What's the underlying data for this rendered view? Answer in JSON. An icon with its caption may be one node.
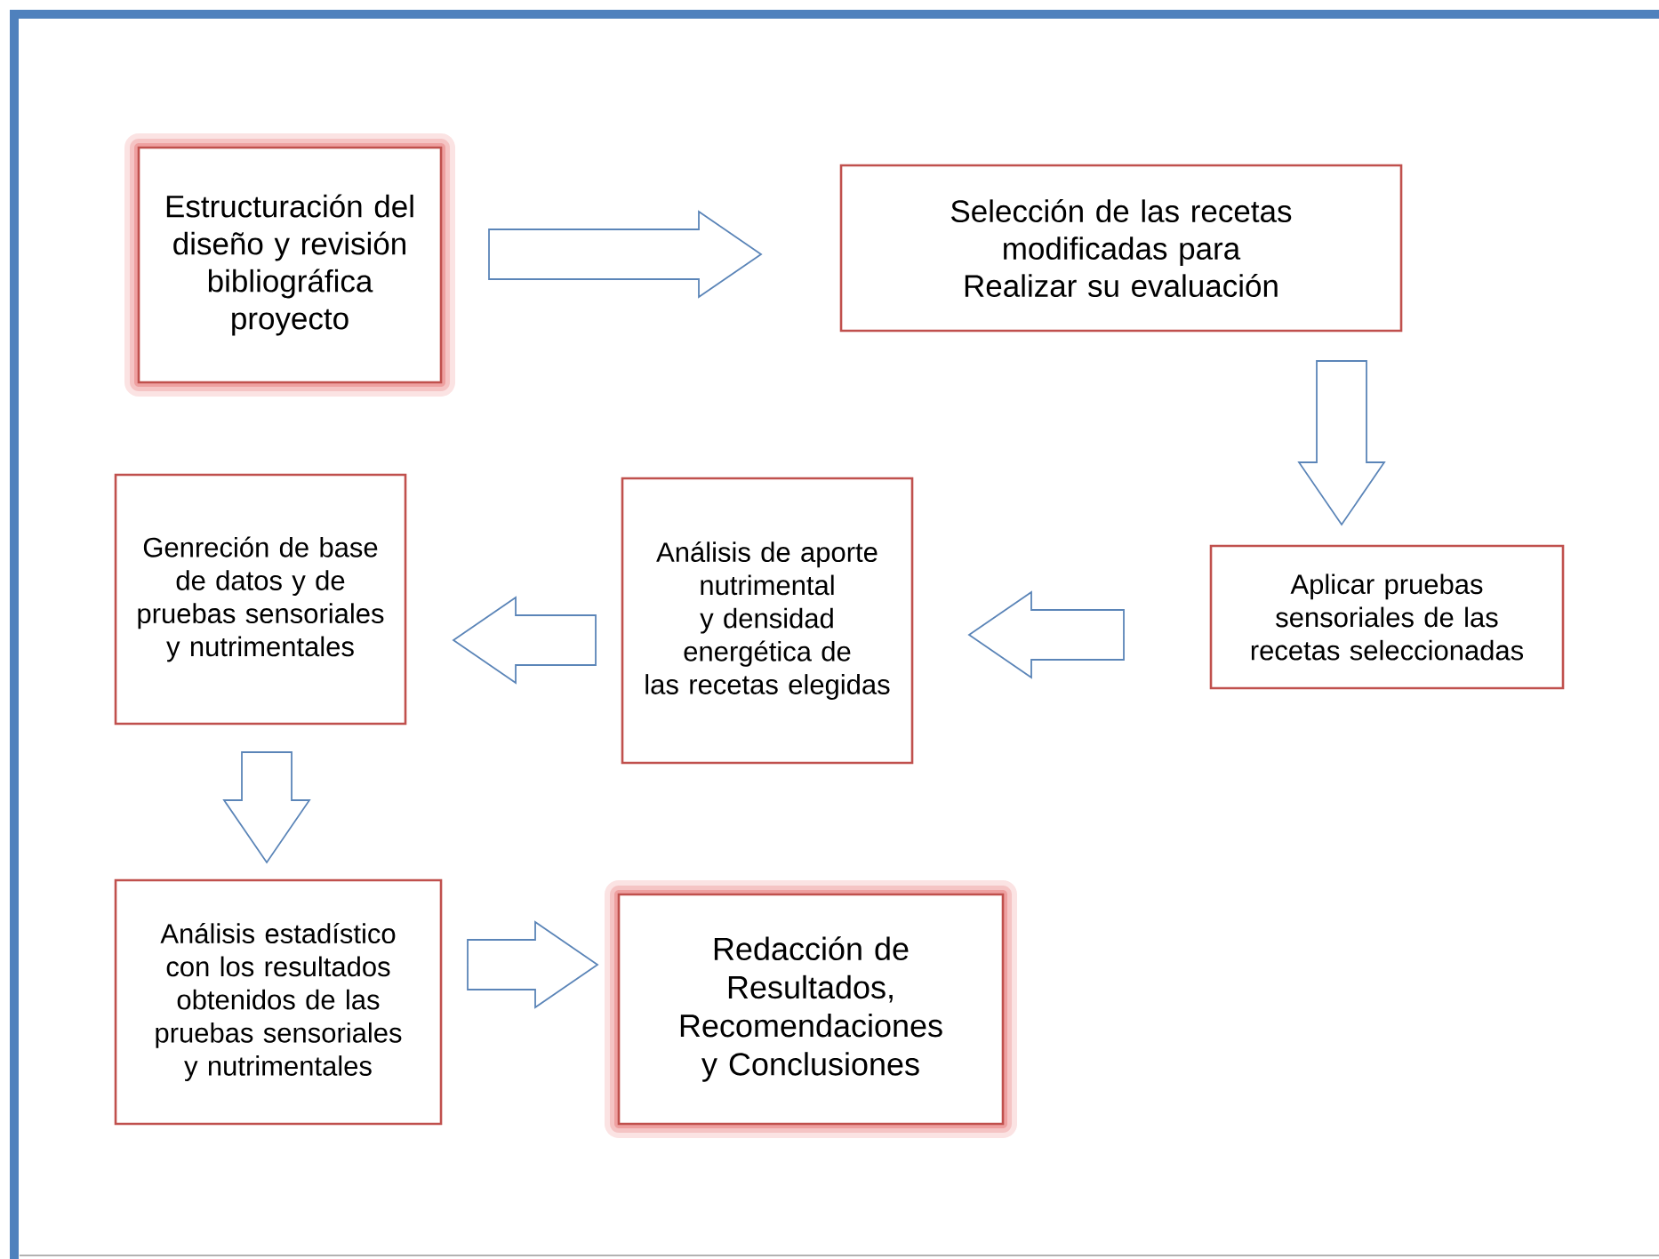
{
  "diagram": {
    "nodes": [
      {
        "text": [
          "Estructuración del diseño y revisión bibliográfica proyecto"
        ]
      },
      {
        "text": [
          "Selección de las recetas modificadas  para Realizar su evaluación"
        ]
      },
      {
        "text": [
          "Aplicar  pruebas sensoriales de las recetas seleccionadas"
        ]
      },
      {
        "text": [
          "Análisis de aporte nutrimental y densidad energética  de las recetas elegidas"
        ]
      },
      {
        "text": [
          "Genreción de base de datos y de pruebas sensoriales y nutrimentales"
        ]
      },
      {
        "text": [
          "Análisis estadístico con los resultados obtenidos de las pruebas sensoriales y nutrimentales"
        ]
      },
      {
        "text": [
          "Redacción de Resultados, Recomendaciones y Conclusiones"
        ]
      }
    ],
    "edges": [
      {
        "from": 0,
        "to": 1,
        "arrow": "to"
      },
      {
        "from": 1,
        "to": 2,
        "arrow": "to"
      },
      {
        "from": 2,
        "to": 3,
        "arrow": "to"
      },
      {
        "from": 3,
        "to": 4,
        "arrow": "to"
      },
      {
        "from": 4,
        "to": 5,
        "arrow": "to"
      },
      {
        "from": 5,
        "to": 6,
        "arrow": "to"
      }
    ]
  }
}
